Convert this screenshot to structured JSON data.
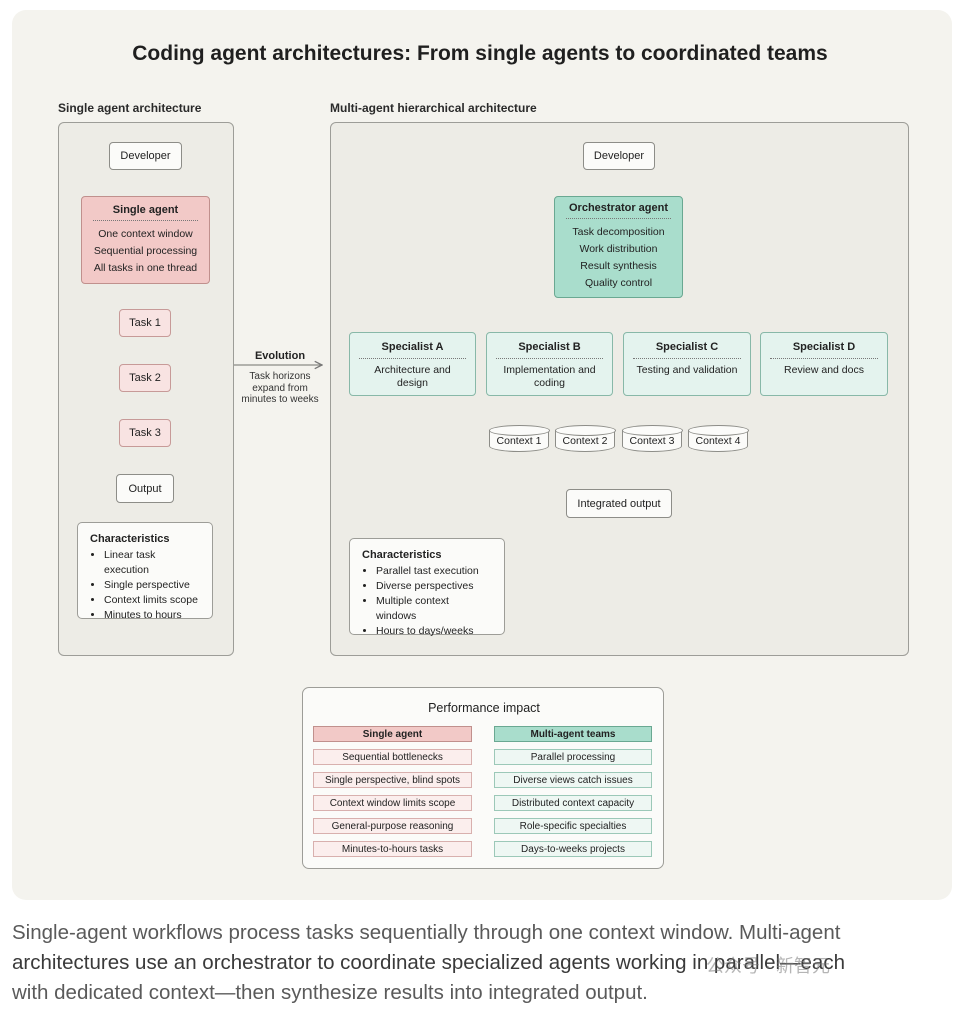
{
  "title": "Coding agent architectures: From single agents to coordinated teams",
  "single": {
    "section_label": "Single agent architecture",
    "developer": "Developer",
    "agent_title": "Single agent",
    "agent_lines": [
      "One context window",
      "Sequential processing",
      "All tasks in one thread"
    ],
    "tasks": [
      "Task 1",
      "Task 2",
      "Task 3"
    ],
    "output": "Output",
    "characteristics_title": "Characteristics",
    "characteristics": [
      "Linear task execution",
      "Single perspective",
      "Context limits scope",
      "Minutes to hours"
    ]
  },
  "evolution": {
    "label": "Evolution",
    "lines": [
      "Task horizons",
      "expand from",
      "minutes to weeks"
    ]
  },
  "multi": {
    "section_label": "Multi-agent hierarchical architecture",
    "developer": "Developer",
    "orchestrator_title": "Orchestrator agent",
    "orchestrator_lines": [
      "Task decomposition",
      "Work distribution",
      "Result synthesis",
      "Quality control"
    ],
    "specialists": [
      {
        "title": "Specialist A",
        "lines": [
          "Architecture and",
          "design"
        ]
      },
      {
        "title": "Specialist B",
        "lines": [
          "Implementation and",
          "coding"
        ]
      },
      {
        "title": "Specialist C",
        "lines": [
          "Testing and validation"
        ]
      },
      {
        "title": "Specialist D",
        "lines": [
          "Review and docs"
        ]
      }
    ],
    "contexts": [
      "Context 1",
      "Context 2",
      "Context 3",
      "Context 4"
    ],
    "integrated_output": "Integrated output",
    "characteristics_title": "Characteristics",
    "characteristics": [
      "Parallel tast execution",
      "Diverse perspectives",
      "Multiple context windows",
      "Hours to days/weeks"
    ]
  },
  "performance": {
    "title": "Performance impact",
    "left_header": "Single agent",
    "right_header": "Multi-agent teams",
    "rows": [
      {
        "left": "Sequential bottlenecks",
        "right": "Parallel processing"
      },
      {
        "left": "Single perspective, blind spots",
        "right": "Diverse views catch issues"
      },
      {
        "left": "Context window limits scope",
        "right": "Distributed context capacity"
      },
      {
        "left": "General-purpose reasoning",
        "right": "Role-specific specialties"
      },
      {
        "left": "Minutes-to-hours tasks",
        "right": "Days-to-weeks projects"
      }
    ]
  },
  "caption": {
    "line1": "Single-agent workflows process tasks sequentially through one context window. Multi-agent",
    "line2": "architectures use an orchestrator to coordinate specialized agents working in parallel—each",
    "line3": "with dedicated context—then synthesize results into integrated output."
  },
  "watermark": "公众号 · 新智元",
  "colors": {
    "single_agent_fill": "#f2c9c7",
    "task_fill": "#f8e3e2",
    "orchestrator_fill": "#a9ddcc",
    "specialist_fill": "#e4f3ee",
    "panel_fill": "#edece6",
    "background": "#f4f3ee"
  }
}
